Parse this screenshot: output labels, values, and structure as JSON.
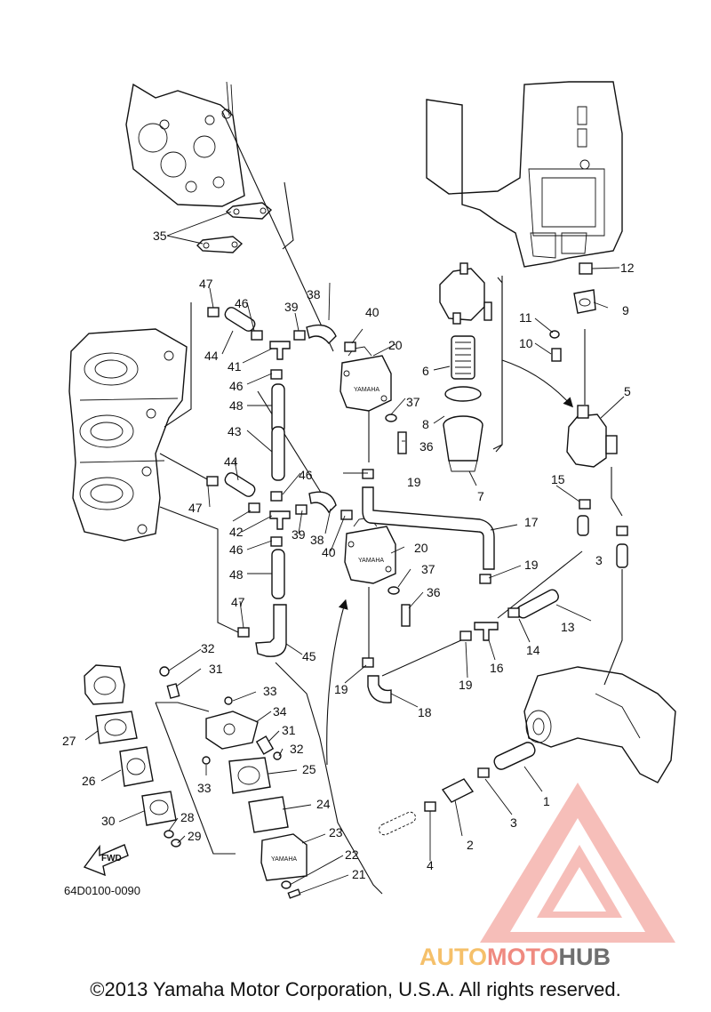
{
  "diagram": {
    "drawing_code": "64D0100-0090",
    "fwd_label": "FWD",
    "pump_brand": "YAMAHA",
    "copyright": "©2013 Yamaha Motor Corporation, U.S.A. All rights reserved."
  },
  "callouts": [
    "1",
    "2",
    "3",
    "3",
    "4",
    "5",
    "6",
    "7",
    "8",
    "9",
    "10",
    "11",
    "12",
    "13",
    "14",
    "15",
    "16",
    "17",
    "18",
    "19",
    "19",
    "19",
    "19",
    "20",
    "20",
    "21",
    "22",
    "23",
    "24",
    "25",
    "26",
    "27",
    "28",
    "29",
    "30",
    "31",
    "31",
    "32",
    "32",
    "33",
    "33",
    "34",
    "35",
    "36",
    "36",
    "37",
    "37",
    "38",
    "38",
    "39",
    "39",
    "40",
    "40",
    "41",
    "42",
    "43",
    "44",
    "44",
    "45",
    "46",
    "46",
    "46",
    "46",
    "47",
    "47",
    "47",
    "48",
    "48"
  ],
  "watermark": {
    "part1": "AUTO",
    "part2": "MOTO",
    "part3": "HUB",
    "color_light": "#f5c06a",
    "color_mid": "#ef8a80",
    "color_dark": "#6f6f6f"
  }
}
